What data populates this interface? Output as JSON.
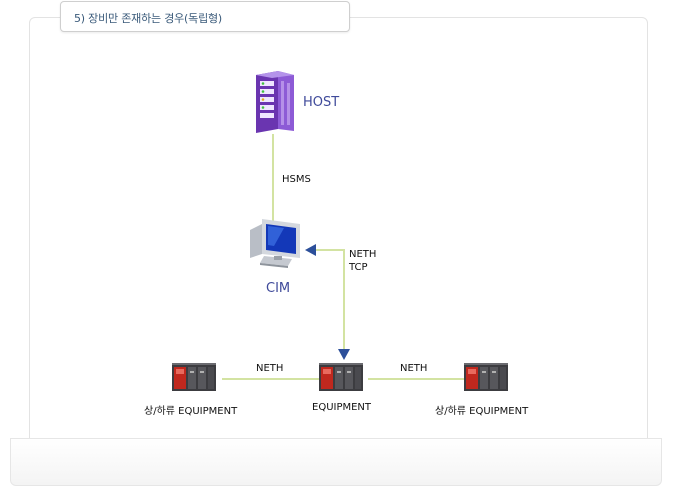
{
  "section": {
    "title": "5) 장비만 존재하는 경우(독립형)"
  },
  "diagram": {
    "host_label": "HOST",
    "cim_label": "CIM",
    "link_host_cim": "HSMS",
    "link_cim_equipment": [
      "NETH",
      "TCP"
    ],
    "link_left": "NETH",
    "link_right": "NETH",
    "equipment_left": "상/하류 EQUIPMENT",
    "equipment_center": "EQUIPMENT",
    "equipment_right": "상/하류 EQUIPMENT"
  },
  "colors": {
    "line": "#d3e3a2",
    "arrow": "#2c4f9a",
    "server": "#7a3fbf",
    "equipment_red": "#c0281e"
  }
}
